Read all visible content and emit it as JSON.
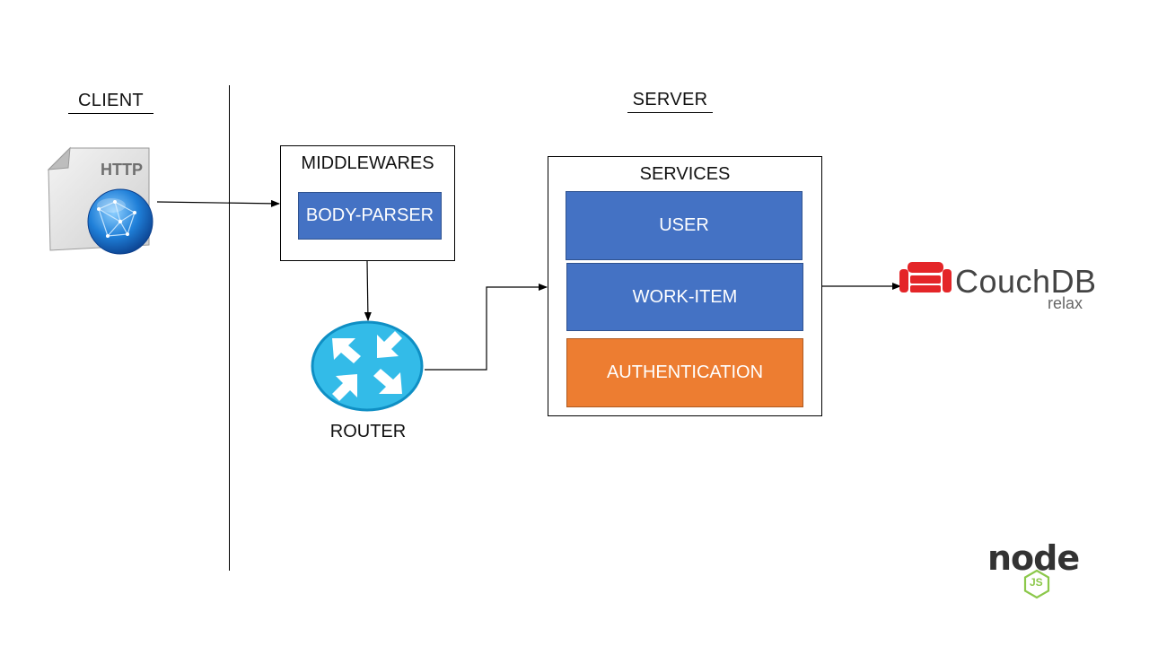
{
  "client": {
    "heading": "CLIENT",
    "icon": "http-globe-document-icon",
    "icon_text": "HTTP"
  },
  "server": {
    "heading": "SERVER"
  },
  "middlewares": {
    "title": "MIDDLEWARES",
    "items": [
      {
        "label": "BODY-PARSER"
      }
    ]
  },
  "router": {
    "label": "ROUTER",
    "icon": "router-arrows-icon"
  },
  "services": {
    "title": "SERVICES",
    "items": [
      {
        "label": "USER",
        "color": "#4472c4"
      },
      {
        "label": "WORK-ITEM",
        "color": "#4472c4"
      },
      {
        "label": "AUTHENTICATION",
        "color": "#ed7d31"
      }
    ]
  },
  "database": {
    "icon": "couchdb-sofa-icon",
    "name": "CouchDB",
    "tagline": "relax",
    "brand_color": "#e42528"
  },
  "runtime": {
    "icon": "nodejs-logo-icon",
    "text": "node",
    "badge": "JS",
    "brand_color": "#8cc84b"
  }
}
